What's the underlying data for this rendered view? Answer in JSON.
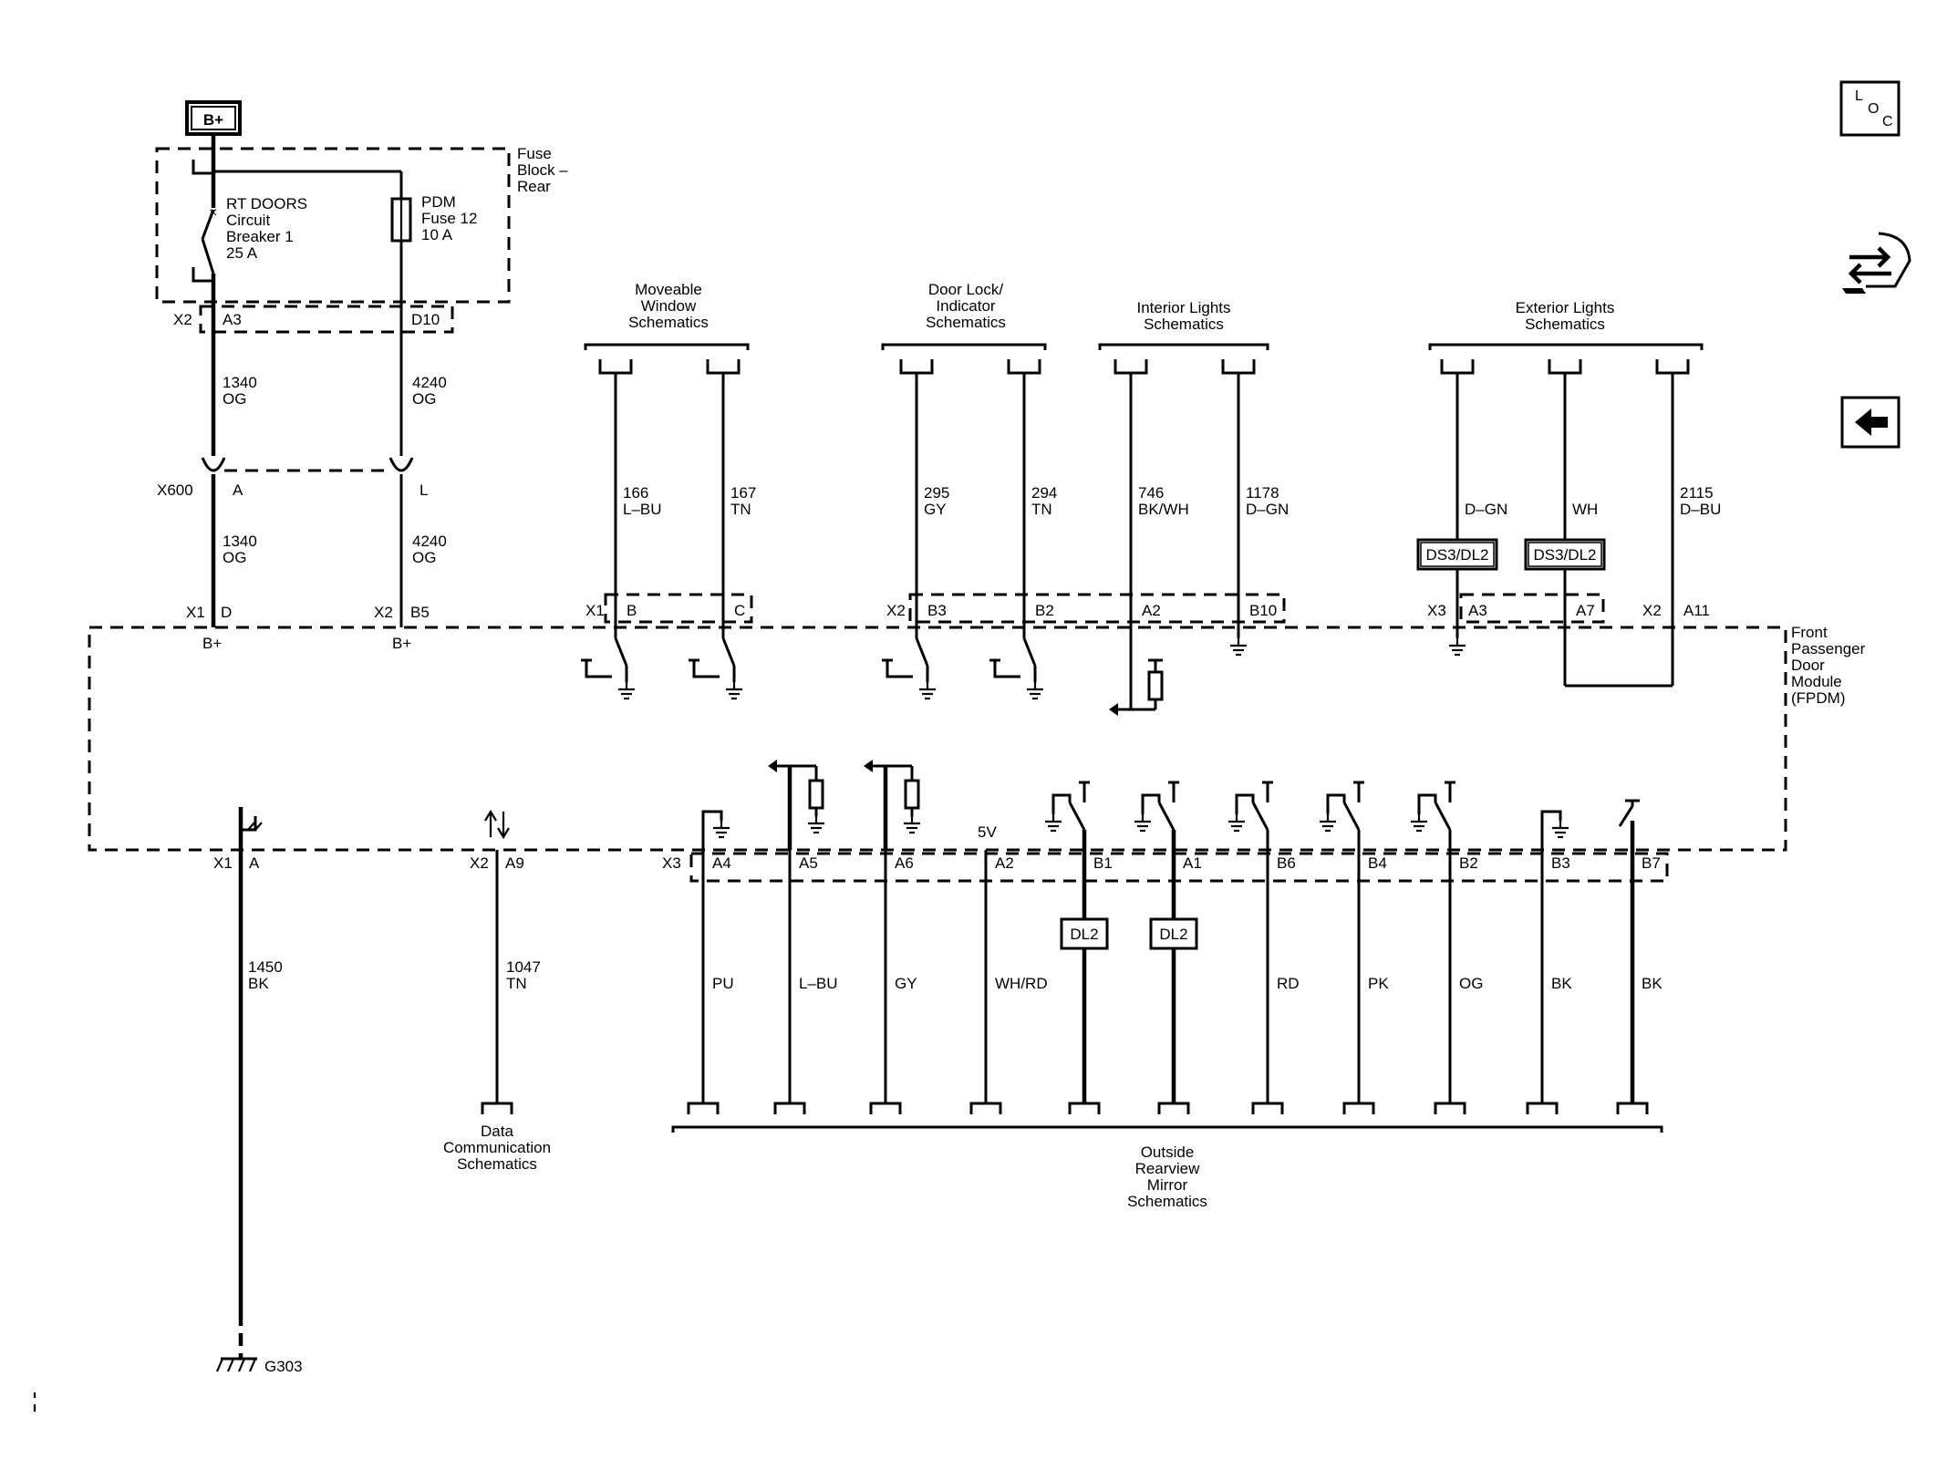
{
  "power_source": "B+",
  "fuse_block": {
    "title": [
      "Fuse",
      "Block –",
      "Rear"
    ],
    "breaker": [
      "RT DOORS",
      "Circuit",
      "Breaker 1",
      "25 A"
    ],
    "fuse": [
      "PDM",
      "Fuse 12",
      "10 A"
    ],
    "connector": "X2",
    "pins": [
      "A3",
      "D10"
    ]
  },
  "feed_wires": {
    "upper": [
      [
        "1340",
        "OG"
      ],
      [
        "4240",
        "OG"
      ]
    ],
    "inline_connector": "X600",
    "inline_pins": [
      "A",
      "L"
    ],
    "lower": [
      [
        "1340",
        "OG"
      ],
      [
        "4240",
        "OG"
      ]
    ]
  },
  "module": {
    "title": [
      "Front",
      "Passenger",
      "Door",
      "Module",
      "(FPDM)"
    ],
    "power_pins": [
      {
        "connector": "X1",
        "pin": "D",
        "supply": "B+"
      },
      {
        "connector": "X2",
        "pin": "B5",
        "supply": "B+"
      }
    ],
    "five_volt": "5V"
  },
  "top_groups": [
    {
      "title": [
        "Moveable",
        "Window",
        "Schematics"
      ]
    },
    {
      "title": [
        "Door Lock/",
        "Indicator",
        "Schematics"
      ]
    },
    {
      "title": [
        "Interior Lights",
        "Schematics"
      ]
    },
    {
      "title": [
        "Exterior Lights",
        "Schematics"
      ]
    }
  ],
  "top_wires": [
    {
      "circuit": "166",
      "color": "L–BU",
      "connector": "X1",
      "pin": "B"
    },
    {
      "circuit": "167",
      "color": "TN",
      "connector": "",
      "pin": "C"
    },
    {
      "circuit": "295",
      "color": "GY",
      "connector": "X2",
      "pin": "B3"
    },
    {
      "circuit": "294",
      "color": "TN",
      "connector": "",
      "pin": "B2"
    },
    {
      "circuit": "746",
      "color": "BK/WH",
      "connector": "",
      "pin": "A2"
    },
    {
      "circuit": "1178",
      "color": "D–GN",
      "connector": "",
      "pin": "B10"
    },
    {
      "circuit": "",
      "color": "D–GN",
      "connector": "X3",
      "pin": "A3"
    },
    {
      "circuit": "",
      "color": "WH",
      "connector": "",
      "pin": "A7"
    },
    {
      "circuit": "2115",
      "color": "D–BU",
      "connector": "X2",
      "pin": "A11"
    }
  ],
  "ds3_labels": [
    "DS3/DL2",
    "DS3/DL2"
  ],
  "bottom_left": [
    {
      "connector": "X1",
      "pin": "A",
      "circuit": "1450",
      "color": "BK"
    },
    {
      "connector": "X2",
      "pin": "A9",
      "circuit": "1047",
      "color": "TN"
    }
  ],
  "ground": "G303",
  "data_comm": [
    "Data",
    "Communication",
    "Schematics"
  ],
  "mirror_connector": "X3",
  "mirror_wires": [
    {
      "pin": "A4",
      "color": "PU"
    },
    {
      "pin": "A5",
      "color": "L–BU"
    },
    {
      "pin": "A6",
      "color": "GY"
    },
    {
      "pin": "A2",
      "color": "WH/RD"
    },
    {
      "pin": "B1",
      "color": "",
      "tag": "DL2"
    },
    {
      "pin": "A1",
      "color": "",
      "tag": "DL2"
    },
    {
      "pin": "B6",
      "color": "RD"
    },
    {
      "pin": "B4",
      "color": "PK"
    },
    {
      "pin": "B2",
      "color": "OG"
    },
    {
      "pin": "B3",
      "color": "BK"
    },
    {
      "pin": "B7",
      "color": "BK"
    }
  ],
  "mirror_title": [
    "Outside",
    "Rearview",
    "Mirror",
    "Schematics"
  ],
  "nav": {
    "loc": [
      "L",
      "O",
      "C"
    ]
  }
}
